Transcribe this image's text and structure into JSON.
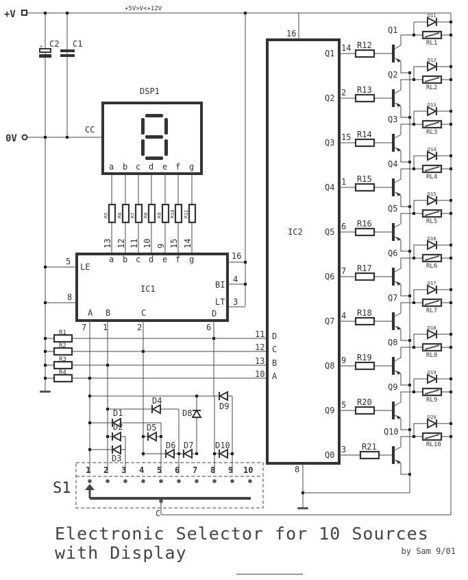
{
  "supply": {
    "positive_label": "+V",
    "ground_label": "0V",
    "rail_label": "+5V>V<+12V"
  },
  "capacitors": [
    "C2",
    "C1"
  ],
  "display": {
    "name": "DSP1",
    "common_label": "CC",
    "digit_shown": "8",
    "segments": [
      "a",
      "b",
      "c",
      "d",
      "e",
      "f",
      "g"
    ]
  },
  "segment_resistors": [
    "R5",
    "R6",
    "R7",
    "R8",
    "R9",
    "R10",
    "R11"
  ],
  "ic1": {
    "name": "IC1",
    "segment_pins": [
      "13",
      "12",
      "11",
      "10",
      "9",
      "15",
      "14"
    ],
    "segment_labels": [
      "a",
      "b",
      "c",
      "d",
      "e",
      "f",
      "g"
    ],
    "left_pins": [
      {
        "num": "5",
        "label": "LE"
      },
      {
        "num": "8",
        "label": ""
      }
    ],
    "right_pins": [
      {
        "num": "16",
        "label": ""
      },
      {
        "num": "4",
        "label": "BI"
      },
      {
        "num": "3",
        "label": "LT"
      }
    ],
    "bottom_pins": [
      {
        "num": "7",
        "label": "A"
      },
      {
        "num": "1",
        "label": "B"
      },
      {
        "num": "2",
        "label": "C"
      },
      {
        "num": "6",
        "label": "D"
      }
    ]
  },
  "pulldown_resistors": [
    "R1",
    "R2",
    "R3",
    "R4"
  ],
  "ic2": {
    "name": "IC2",
    "top_pin": "16",
    "bottom_pin": "8",
    "inputs": [
      {
        "num": "11",
        "label": "D"
      },
      {
        "num": "12",
        "label": "C"
      },
      {
        "num": "13",
        "label": "B"
      },
      {
        "num": "10",
        "label": "A"
      }
    ],
    "outputs": [
      {
        "label": "Q1",
        "pin": "14",
        "resistor": "R12",
        "transistor": "Q1",
        "diode": "D11",
        "relay": "RL1"
      },
      {
        "label": "Q2",
        "pin": "2",
        "resistor": "R13",
        "transistor": "Q2",
        "diode": "D12",
        "relay": "RL2"
      },
      {
        "label": "Q3",
        "pin": "15",
        "resistor": "R14",
        "transistor": "Q3",
        "diode": "D13",
        "relay": "RL3"
      },
      {
        "label": "Q4",
        "pin": "1",
        "resistor": "R15",
        "transistor": "Q4",
        "diode": "D14",
        "relay": "RL4"
      },
      {
        "label": "Q5",
        "pin": "6",
        "resistor": "R16",
        "transistor": "Q5",
        "diode": "D15",
        "relay": "RL5"
      },
      {
        "label": "Q6",
        "pin": "7",
        "resistor": "R17",
        "transistor": "Q6",
        "diode": "D16",
        "relay": "RL6"
      },
      {
        "label": "Q7",
        "pin": "4",
        "resistor": "R18",
        "transistor": "Q7",
        "diode": "D17",
        "relay": "RL7"
      },
      {
        "label": "Q8",
        "pin": "9",
        "resistor": "R19",
        "transistor": "Q8",
        "diode": "D18",
        "relay": "RL8"
      },
      {
        "label": "Q9",
        "pin": "5",
        "resistor": "R20",
        "transistor": "Q9",
        "diode": "D19",
        "relay": "RL9"
      },
      {
        "label": "Q0",
        "pin": "3",
        "resistor": "R21",
        "transistor": "Q10",
        "diode": "D20",
        "relay": "RL10"
      }
    ]
  },
  "encoder_diodes": [
    "D1",
    "D2",
    "D3",
    "D4",
    "D5",
    "D6",
    "D7",
    "D8",
    "D9",
    "D10"
  ],
  "switch": {
    "name": "S1",
    "positions": [
      "1",
      "2",
      "3",
      "4",
      "5",
      "6",
      "7",
      "8",
      "9",
      "10"
    ],
    "common_label": "C"
  },
  "title": {
    "line1": "Electronic Selector for 10 Sources",
    "line2": "with Display",
    "author": "by Sam 9/01"
  }
}
